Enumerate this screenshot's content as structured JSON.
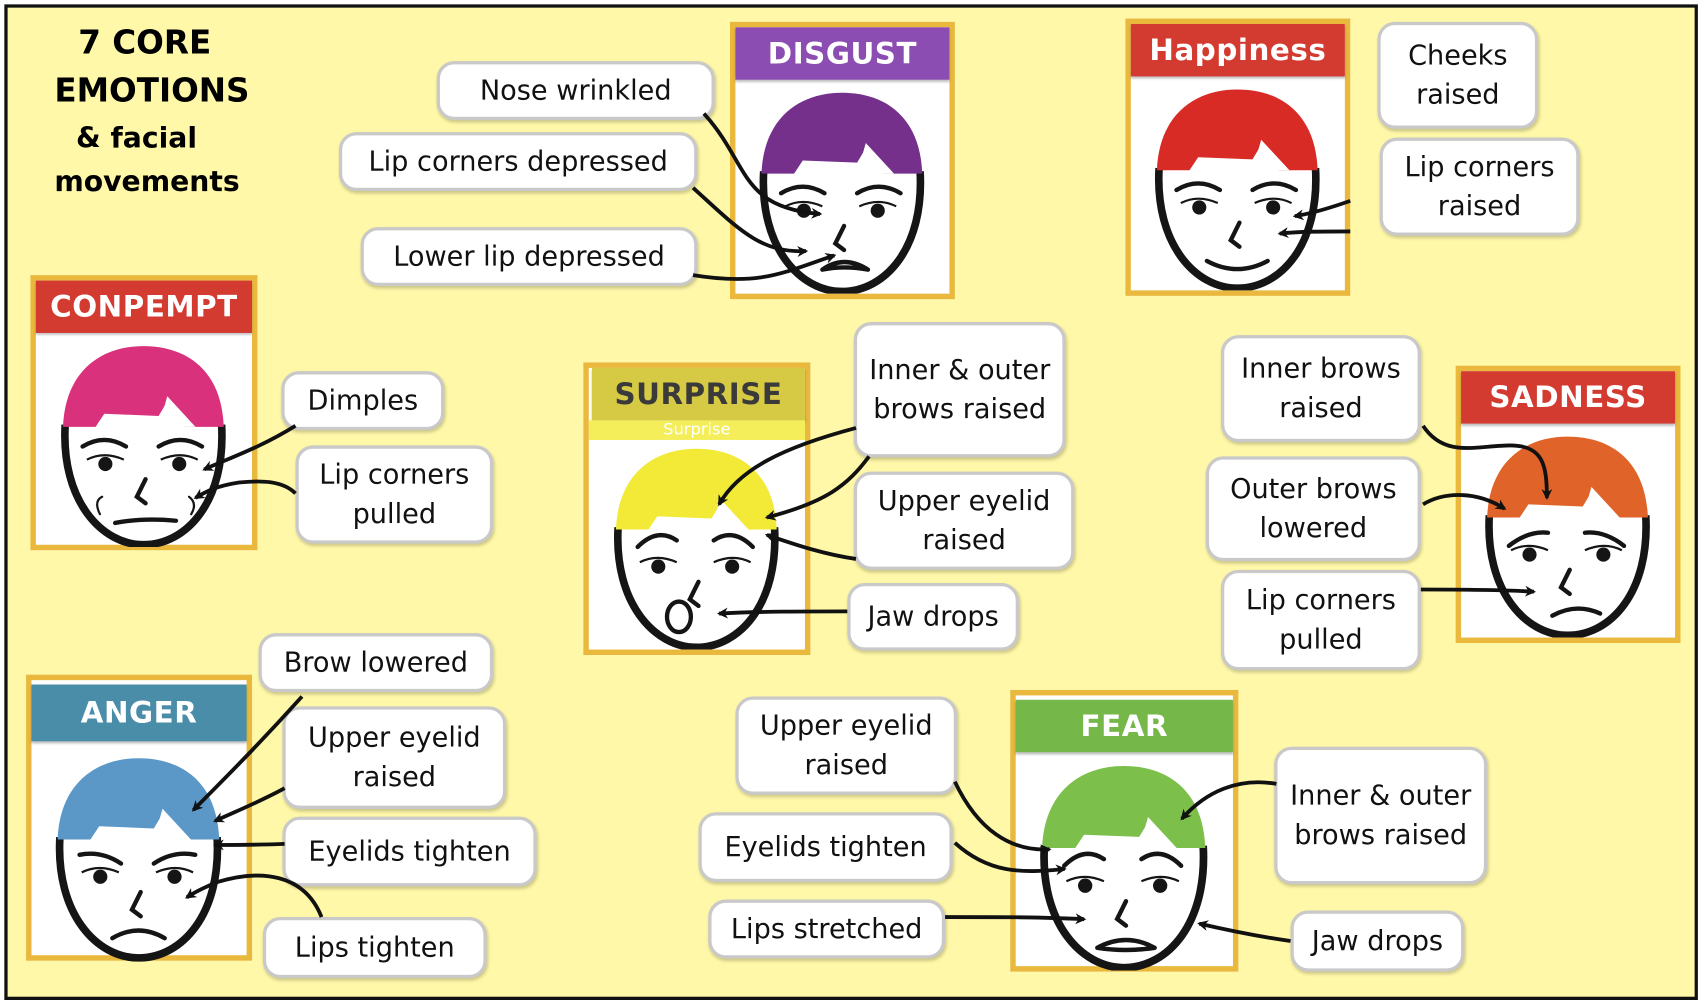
{
  "title": {
    "line1": "7 CORE",
    "line2": "EMOTIONS",
    "line3": "& facial",
    "line4": "movements"
  },
  "emotions": {
    "disgust": {
      "header": "DISGUST",
      "header_color": "#8c4db3",
      "hair_color": "#74308a",
      "labels": [
        "Nose wrinkled",
        "Lip corners depressed",
        "Lower lip depressed"
      ]
    },
    "happiness": {
      "header": "Happiness",
      "header_color": "#d33a30",
      "hair_color": "#d82b25",
      "labels": [
        "Cheeks\nraised",
        "Lip corners\nraised"
      ]
    },
    "contempt": {
      "header": "CONPEMPT",
      "header_color": "#d33a30",
      "hair_color": "#d9317c",
      "labels": [
        "Dimples",
        "Lip corners\npulled"
      ]
    },
    "surprise": {
      "header": "SURPRISE",
      "header_color": "#d6ca44",
      "header_text_color": "#3a3a3a",
      "subheader": "Surprise",
      "hair_color": "#f2ea37",
      "labels": [
        "Inner & outer\nbrows raised",
        "Upper eyelid\nraised",
        "Jaw drops"
      ]
    },
    "sadness": {
      "header": "SADNESS",
      "header_color": "#d33a30",
      "hair_color": "#e0642a",
      "labels": [
        "Inner brows\nraised",
        "Outer brows\nlowered",
        "Lip corners\npulled"
      ]
    },
    "anger": {
      "header": "ANGER",
      "header_color": "#4a8da8",
      "hair_color": "#5b98c7",
      "labels": [
        "Brow lowered",
        "Upper eyelid\nraised",
        "Eyelids tighten",
        "Lips tighten"
      ]
    },
    "fear": {
      "header": "FEAR",
      "header_color": "#76b749",
      "hair_color": "#7cbf4a",
      "labels": [
        "Upper eyelid\nraised",
        "Eyelids tighten",
        "Lips stretched",
        "Inner & outer\nbrows raised",
        "Jaw drops"
      ]
    }
  },
  "colors": {
    "background": "#fff8a8",
    "card_border": "#e9b83c",
    "label_border": "#c9c9c9"
  }
}
